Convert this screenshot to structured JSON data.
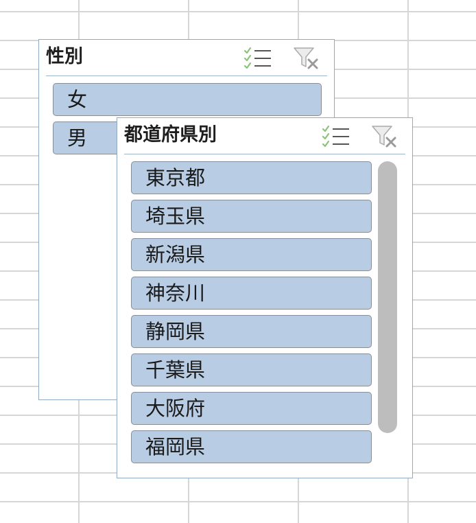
{
  "slicers": [
    {
      "id": "gender",
      "title": "性別",
      "items": [
        "女",
        "男"
      ]
    },
    {
      "id": "prefecture",
      "title": "都道府県別",
      "items": [
        "東京都",
        "埼玉県",
        "新潟県",
        "神奈川",
        "静岡県",
        "千葉県",
        "大阪府",
        "福岡県"
      ]
    }
  ],
  "icons": {
    "multi_select": "multi-select-icon",
    "clear_filter": "clear-filter-icon"
  },
  "colors": {
    "item_fill": "#b8cce4",
    "item_border": "#8c8c8c",
    "slicer_border": "#8eaac4",
    "checkmark_green": "#8cc27a",
    "scrollbar": "#bdbdbd",
    "gridline": "#d6d6d6"
  }
}
